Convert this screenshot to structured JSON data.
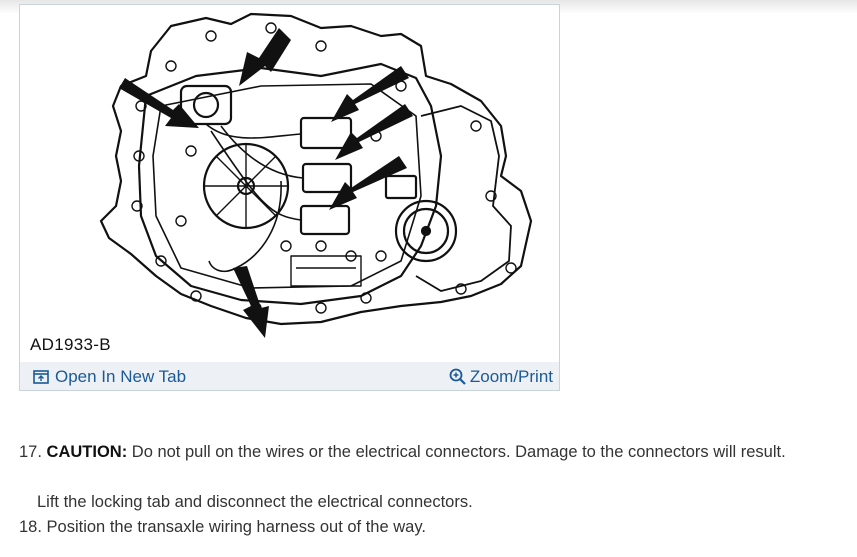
{
  "figure": {
    "caption": "AD1933-B",
    "open_tab_label": "Open In New Tab",
    "zoom_label": "Zoom/Print",
    "link_color": "#1a5a96",
    "footer_bg": "#edf1f6",
    "icons": [
      "open-in-new-tab-icon",
      "zoom-magnifier-icon"
    ]
  },
  "steps": [
    {
      "number": "17.",
      "caution_label": "CAUTION:",
      "text": "Do not pull on the wires or the electrical connectors. Damage to the connectors will result.",
      "detail": "Lift the locking tab and disconnect the electrical connectors."
    },
    {
      "number": "18.",
      "text": "Position the transaxle wiring harness out of the way."
    }
  ]
}
